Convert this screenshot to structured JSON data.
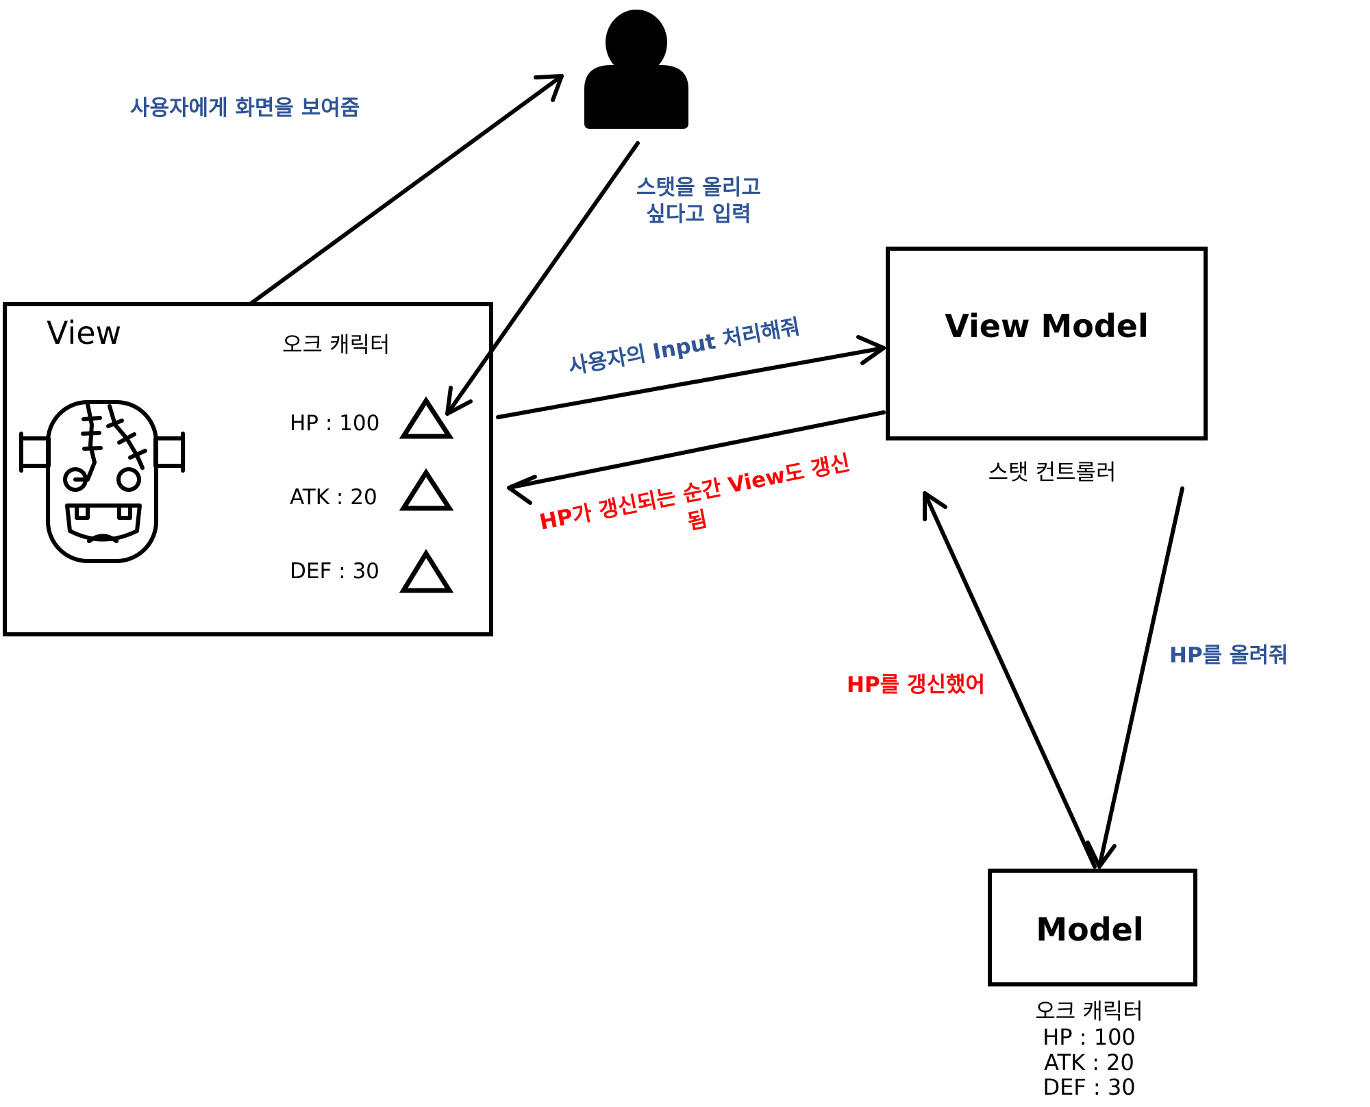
{
  "nodes": {
    "view": {
      "title": "View",
      "character": "오크 캐릭터",
      "stats": [
        "HP : 100",
        "ATK : 20",
        "DEF : 30"
      ]
    },
    "viewmodel": {
      "title": "View Model",
      "caption": "스탯 컨트롤러"
    },
    "model": {
      "title": "Model",
      "caption_lines": [
        "오크 캐릭터",
        "HP : 100",
        "ATK : 20",
        "DEF : 30"
      ]
    },
    "user": {
      "icon": "user-icon"
    }
  },
  "edges": {
    "show_screen": {
      "label": "사용자에게 화면을 보여줌",
      "color": "#2F5496"
    },
    "input_stat": {
      "label_lines": [
        "스탯을 올리고",
        "싶다고 입력"
      ],
      "color": "#2F5496"
    },
    "process_input": {
      "label": "사용자의 Input 처리해줘",
      "color": "#2F5496"
    },
    "view_update": {
      "label_lines": [
        "HP가 갱신되는 순간 View도 갱신",
        "됨"
      ],
      "color": "#FF0000"
    },
    "raise_hp": {
      "label": "HP를 올려줘",
      "color": "#2F5496"
    },
    "hp_updated": {
      "label": "HP를 갱신했어",
      "color": "#FF0000"
    }
  },
  "icons": {
    "increase_buttons": "triangle-up-icon",
    "character": "orc-face-icon"
  },
  "colors": {
    "stroke": "#000000",
    "info_text": "#2F5496",
    "highlight_text": "#FF0000"
  }
}
